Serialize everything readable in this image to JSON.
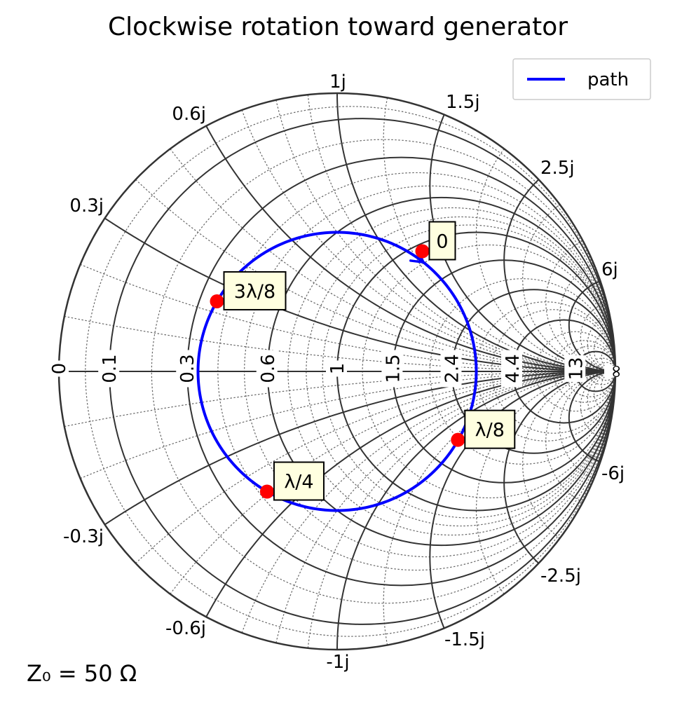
{
  "chart_data": {
    "type": "smith-chart",
    "title": "Clockwise rotation toward generator",
    "legend": {
      "placement": "top-right",
      "entries": [
        {
          "name": "path",
          "color": "#0000ff"
        }
      ]
    },
    "real_axis_ticks": [
      {
        "value": 0,
        "label": "0"
      },
      {
        "value": 0.1,
        "label": "0.1"
      },
      {
        "value": 0.3,
        "label": "0.3"
      },
      {
        "value": 0.6,
        "label": "0.6"
      },
      {
        "value": 1,
        "label": "1"
      },
      {
        "value": 1.5,
        "label": "1.5"
      },
      {
        "value": 2.4,
        "label": "2.4"
      },
      {
        "value": 4.4,
        "label": "4.4"
      },
      {
        "value": 13,
        "label": "13"
      },
      {
        "value": "inf",
        "label": "∞"
      }
    ],
    "imag_ticks": [
      {
        "value": 0.3,
        "label": "0.3j"
      },
      {
        "value": 0.6,
        "label": "0.6j"
      },
      {
        "value": 1,
        "label": "1j"
      },
      {
        "value": 1.5,
        "label": "1.5j"
      },
      {
        "value": 2.5,
        "label": "2.5j"
      },
      {
        "value": 6,
        "label": "6j"
      },
      {
        "value": -0.3,
        "label": "-0.3j"
      },
      {
        "value": -0.6,
        "label": "-0.6j"
      },
      {
        "value": -1,
        "label": "-1j"
      },
      {
        "value": -1.5,
        "label": "-1.5j"
      },
      {
        "value": -2.5,
        "label": "-2.5j"
      },
      {
        "value": -6,
        "label": "-6j"
      }
    ],
    "major_resistance_circles": [
      0.1,
      0.3,
      0.6,
      1,
      1.5,
      2.4,
      4.4,
      13
    ],
    "major_reactance_arcs": [
      0.3,
      0.6,
      1,
      1.5,
      2.5,
      6
    ],
    "minor_grid": true,
    "series": [
      {
        "name": "path",
        "color": "#0000ff",
        "vswr_circle": {
          "gamma_magnitude": 0.5,
          "start_angle_deg": 52,
          "direction": "clockwise",
          "sweep_deg": 360
        }
      }
    ],
    "points": [
      {
        "label": "0",
        "gamma_re": 0.306,
        "gamma_im": 0.432,
        "color": "#ff0000"
      },
      {
        "label": "λ/8",
        "gamma_re": 0.434,
        "gamma_im": -0.246,
        "color": "#ff0000"
      },
      {
        "label": "λ/4",
        "gamma_re": -0.252,
        "gamma_im": -0.432,
        "color": "#ff0000"
      },
      {
        "label": "3λ/8",
        "gamma_re": -0.432,
        "gamma_im": 0.252,
        "color": "#ff0000"
      }
    ],
    "annotation": "Z₀ = 50 Ω"
  }
}
